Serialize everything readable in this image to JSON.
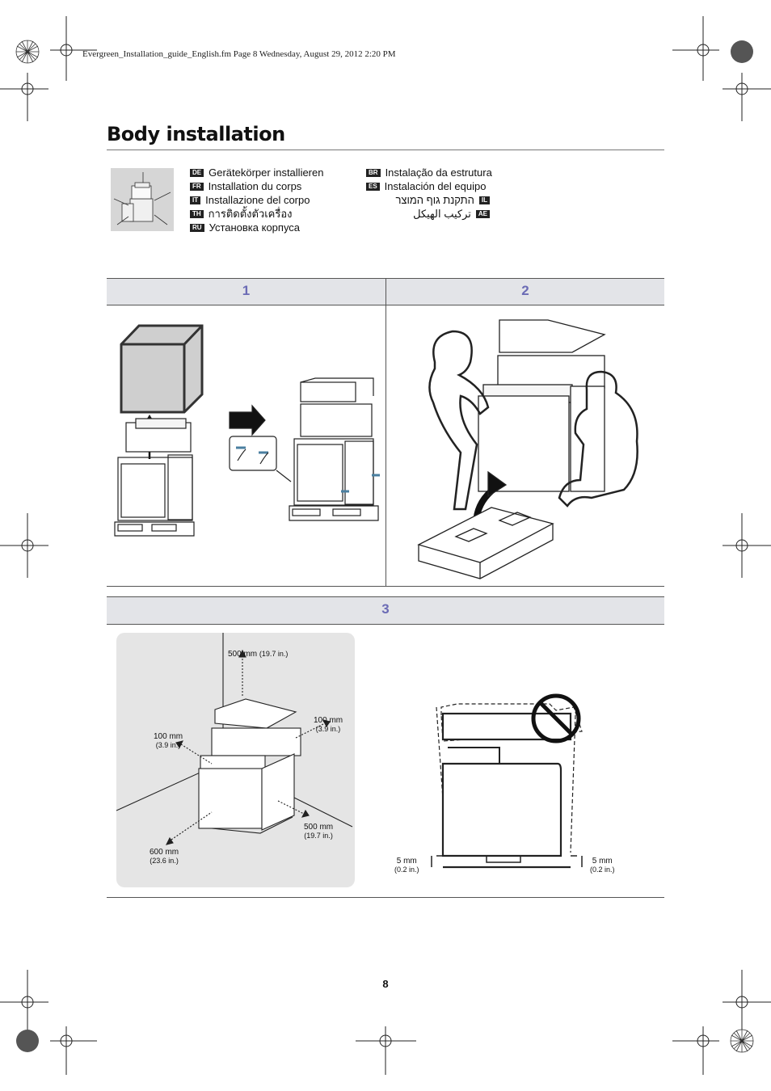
{
  "header": {
    "file_line": "Evergreen_Installation_guide_English.fm  Page 8  Wednesday, August 29, 2012  2:20 PM"
  },
  "title": "Body installation",
  "languages": {
    "left": [
      {
        "code": "DE",
        "text": "Gerätekörper installieren"
      },
      {
        "code": "FR",
        "text": "Installation du corps"
      },
      {
        "code": "IT",
        "text": "Installazione del corpo"
      },
      {
        "code": "TH",
        "text": "การติดตั้งตัวเครื่อง"
      },
      {
        "code": "RU",
        "text": "Установка корпуса"
      }
    ],
    "right": [
      {
        "code": "BR",
        "text": "Instalação da estrutura"
      },
      {
        "code": "ES",
        "text": "Instalación del equipo"
      },
      {
        "code": "IL",
        "text": "התקנת גוף המוצר"
      },
      {
        "code": "AE",
        "text": "تركيب الهيكل"
      }
    ]
  },
  "steps": {
    "one": "1",
    "two": "2",
    "three": "3"
  },
  "clearances": {
    "top": {
      "value": "500 mm",
      "alt": "(19.7 in.)"
    },
    "left": {
      "value": "100 mm",
      "alt": "(3.9 in.)"
    },
    "right": {
      "value": "100 mm",
      "alt": "(3.9 in.)"
    },
    "back": {
      "value": "500 mm",
      "alt": "(19.7 in.)"
    },
    "front": {
      "value": "600 mm",
      "alt": "(23.6 in.)"
    }
  },
  "level": {
    "left": {
      "value": "5 mm",
      "alt": "(0.2 in.)"
    },
    "right": {
      "value": "5 mm",
      "alt": "(0.2 in.)"
    }
  },
  "page_number": "8"
}
